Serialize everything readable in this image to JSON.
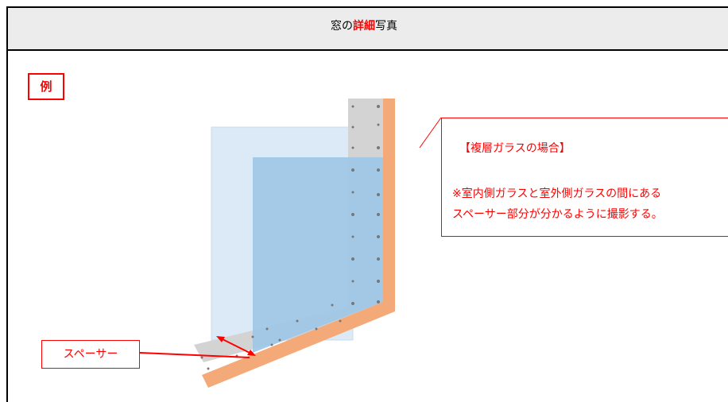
{
  "header": {
    "title_prefix": "窓の",
    "title_emphasis": "詳細",
    "title_suffix": "写真"
  },
  "example_label": "例",
  "note": {
    "heading": "【複層ガラスの場合】",
    "line1": "※室内側ガラスと室外側ガラスの間にある",
    "line2": "スペーサー部分が分かるように撮影する。"
  },
  "spacer_label": "スペーサー",
  "colors": {
    "header_bg": "#ececec",
    "emphasis": "#ff0000",
    "glass_inner": "#9ec7e6",
    "glass_outer": "#dce9f6",
    "frame_gray": "#d3d3d3",
    "frame_orange": "#f3aa78"
  }
}
